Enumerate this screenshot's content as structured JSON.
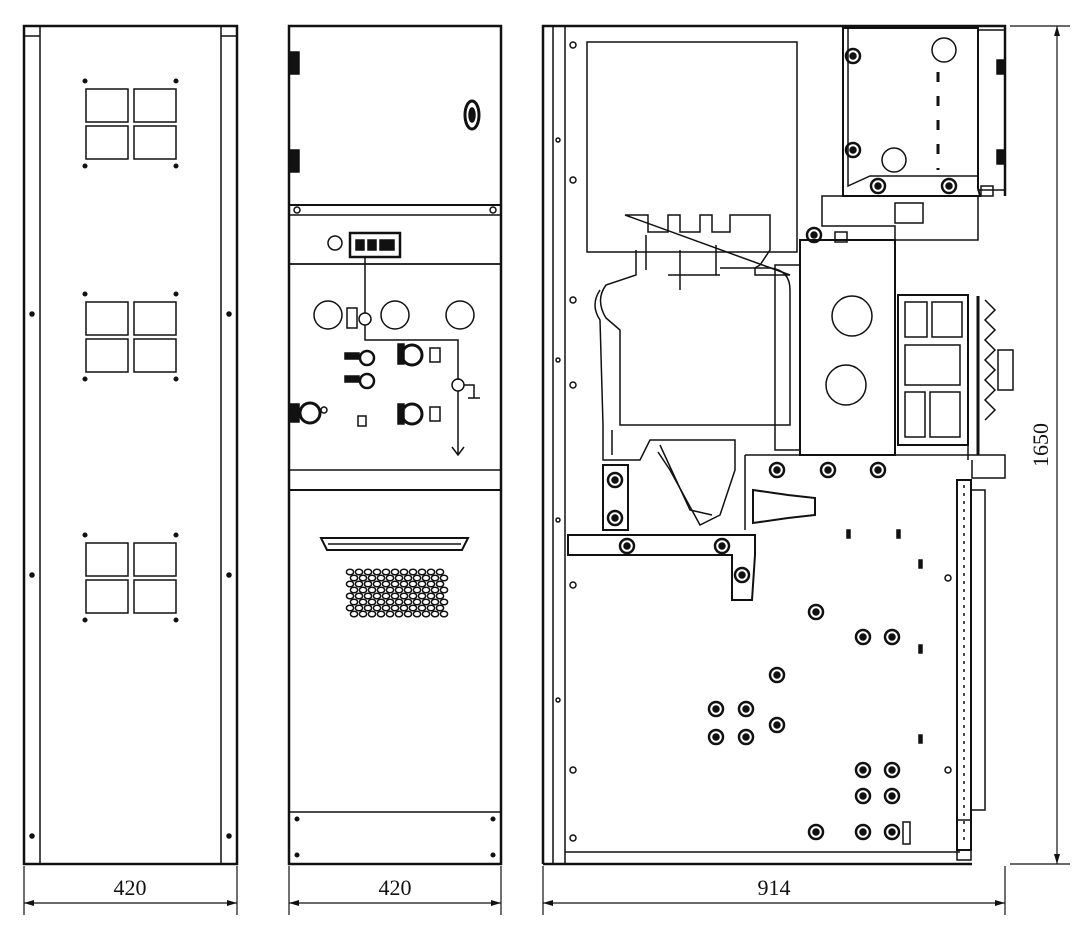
{
  "dimensions": {
    "side_panel_width": "420",
    "front_width": "420",
    "section_depth": "914",
    "height": "1650"
  },
  "colors": {
    "line": "#111111",
    "background": "#ffffff"
  },
  "views": [
    "side-panel-view",
    "front-view",
    "side-section-view"
  ]
}
